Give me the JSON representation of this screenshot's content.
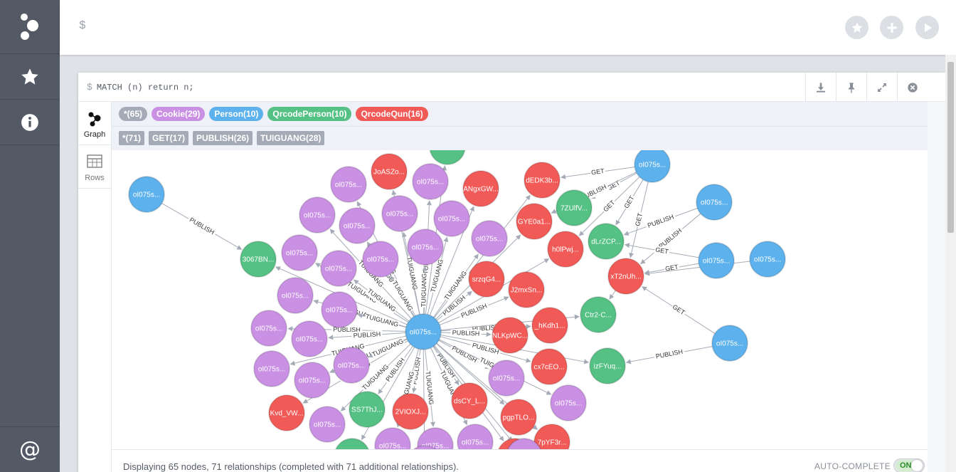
{
  "editor": {
    "prompt": "$"
  },
  "frame": {
    "query_prompt": "$",
    "query": "MATCH (n) return n;",
    "views": [
      {
        "label": "Graph"
      },
      {
        "label": "Rows"
      }
    ]
  },
  "legend": {
    "node_labels": [
      {
        "label": "*(65)",
        "color": "#a5abb6"
      },
      {
        "label": "Cookie(29)",
        "color": "#c990e3"
      },
      {
        "label": "Person(10)",
        "color": "#5db1ec"
      },
      {
        "label": "QrcodePerson(10)",
        "color": "#55c185"
      },
      {
        "label": "QrcodeQun(16)",
        "color": "#f25a57"
      }
    ],
    "relationship_types": [
      {
        "label": "*(71)"
      },
      {
        "label": "GET(17)"
      },
      {
        "label": "PUBLISH(26)"
      },
      {
        "label": "TUIGUANG(28)"
      }
    ]
  },
  "graph": {
    "colors": {
      "Cookie": "#c990e3",
      "Person": "#5db1ec",
      "QrcodePerson": "#55c185",
      "QrcodeQun": "#f25a57"
    },
    "nodes": [
      {
        "id": "hub",
        "type": "Person",
        "label": "oI075s..."
      },
      {
        "id": "p1",
        "type": "Person",
        "label": "oI075s..."
      },
      {
        "id": "p2",
        "type": "Person",
        "label": "oI075s..."
      },
      {
        "id": "p3",
        "type": "Person",
        "label": "oI075s..."
      },
      {
        "id": "p4",
        "type": "Person",
        "label": "oI075s..."
      },
      {
        "id": "p5",
        "type": "Person",
        "label": "oI075s..."
      },
      {
        "id": "p6",
        "type": "Person",
        "label": "oI075s..."
      },
      {
        "id": "g1",
        "type": "QrcodePerson",
        "label": "3067BN..."
      },
      {
        "id": "g2",
        "type": "QrcodePerson",
        "label": "7ZUlfV..."
      },
      {
        "id": "g3",
        "type": "QrcodePerson",
        "label": "dLrZCP..."
      },
      {
        "id": "g4",
        "type": "QrcodePerson",
        "label": "Ctr2-C..."
      },
      {
        "id": "g5",
        "type": "QrcodePerson",
        "label": "izFYuq..."
      },
      {
        "id": "g6",
        "type": "QrcodePerson",
        "label": "SS7ThJ..."
      },
      {
        "id": "g7",
        "type": "QrcodePerson",
        "label": ""
      },
      {
        "id": "g8",
        "type": "QrcodePerson",
        "label": ""
      },
      {
        "id": "r1",
        "type": "QrcodeQun",
        "label": "JoASZo..."
      },
      {
        "id": "r2",
        "type": "QrcodeQun",
        "label": "ANgxGW..."
      },
      {
        "id": "r3",
        "type": "QrcodeQun",
        "label": "dEDK3b..."
      },
      {
        "id": "r4",
        "type": "QrcodeQun",
        "label": "GYE0a1..."
      },
      {
        "id": "r5",
        "type": "QrcodeQun",
        "label": "h0lPwj..."
      },
      {
        "id": "r6",
        "type": "QrcodeQun",
        "label": "xT2nUh..."
      },
      {
        "id": "r7",
        "type": "QrcodeQun",
        "label": "srzqG4..."
      },
      {
        "id": "r8",
        "type": "QrcodeQun",
        "label": "J2mxSn..."
      },
      {
        "id": "r9",
        "type": "QrcodeQun",
        "label": "_hKdh1..."
      },
      {
        "id": "r10",
        "type": "QrcodeQun",
        "label": "NLKpWC..."
      },
      {
        "id": "r11",
        "type": "QrcodeQun",
        "label": "cx7cEO..."
      },
      {
        "id": "r12",
        "type": "QrcodeQun",
        "label": "Kvd_VW..."
      },
      {
        "id": "r13",
        "type": "QrcodeQun",
        "label": "2VIOXJ..."
      },
      {
        "id": "r14",
        "type": "QrcodeQun",
        "label": "dsCY_L..."
      },
      {
        "id": "r15",
        "type": "QrcodeQun",
        "label": "pgpTLO..."
      },
      {
        "id": "r16",
        "type": "QrcodeQun",
        "label": "7pYF3r..."
      },
      {
        "id": "r17",
        "type": "QrcodeQun",
        "label": ""
      },
      {
        "id": "c1",
        "type": "Cookie",
        "label": "oI075s..."
      },
      {
        "id": "c2",
        "type": "Cookie",
        "label": "oI075s..."
      },
      {
        "id": "c3",
        "type": "Cookie",
        "label": "oI075s..."
      },
      {
        "id": "c4",
        "type": "Cookie",
        "label": "oI075s..."
      },
      {
        "id": "c5",
        "type": "Cookie",
        "label": "oI075s..."
      },
      {
        "id": "c6",
        "type": "Cookie",
        "label": "oI075s..."
      },
      {
        "id": "c7",
        "type": "Cookie",
        "label": "oI075s..."
      },
      {
        "id": "c8",
        "type": "Cookie",
        "label": "oI075s..."
      },
      {
        "id": "c9",
        "type": "Cookie",
        "label": "oI075s..."
      },
      {
        "id": "c10",
        "type": "Cookie",
        "label": "oI075s..."
      },
      {
        "id": "c11",
        "type": "Cookie",
        "label": "oI075s..."
      },
      {
        "id": "c12",
        "type": "Cookie",
        "label": "oI075s..."
      },
      {
        "id": "c13",
        "type": "Cookie",
        "label": "oI075s..."
      },
      {
        "id": "c14",
        "type": "Cookie",
        "label": "oI075s..."
      },
      {
        "id": "c15",
        "type": "Cookie",
        "label": "oI075s..."
      },
      {
        "id": "c16",
        "type": "Cookie",
        "label": "oI075s..."
      },
      {
        "id": "c17",
        "type": "Cookie",
        "label": "oI075s..."
      },
      {
        "id": "c18",
        "type": "Cookie",
        "label": "oI075s..."
      },
      {
        "id": "c19",
        "type": "Cookie",
        "label": "oI075s..."
      },
      {
        "id": "c20",
        "type": "Cookie",
        "label": "oI075s..."
      },
      {
        "id": "c21",
        "type": "Cookie",
        "label": "oI075s..."
      },
      {
        "id": "c22",
        "type": "Cookie",
        "label": "oI075s..."
      },
      {
        "id": "c23",
        "type": "Cookie",
        "label": "oI075s..."
      },
      {
        "id": "c24",
        "type": "Cookie",
        "label": "oI075s..."
      },
      {
        "id": "c25",
        "type": "Cookie",
        "label": ""
      },
      {
        "id": "c26",
        "type": "Cookie",
        "label": ""
      }
    ],
    "edges": [
      {
        "from": "p1",
        "to": "g1",
        "type": "PUBLISH"
      },
      {
        "from": "p2",
        "to": "r3",
        "type": "GET"
      },
      {
        "from": "p2",
        "to": "g2",
        "type": "GET"
      },
      {
        "from": "p2",
        "to": "r4",
        "type": "PUBLISH"
      },
      {
        "from": "p2",
        "to": "r5",
        "type": "GET"
      },
      {
        "from": "p2",
        "to": "g3",
        "type": "GET"
      },
      {
        "from": "p2",
        "to": "r6",
        "type": "GET"
      },
      {
        "from": "p3",
        "to": "g3",
        "type": "PUBLISH"
      },
      {
        "from": "p3",
        "to": "r6",
        "type": "PUBLISH"
      },
      {
        "from": "p4",
        "to": "g3",
        "type": "GET"
      },
      {
        "from": "p4",
        "to": "r6",
        "type": "GET"
      },
      {
        "from": "p5",
        "to": "r6",
        "type": ""
      },
      {
        "from": "p6",
        "to": "r6",
        "type": "GET"
      },
      {
        "from": "p6",
        "to": "g5",
        "type": "PUBLISH"
      },
      {
        "from": "r6",
        "to": "g4",
        "type": ""
      },
      {
        "from": "hub",
        "to": "g1",
        "type": ""
      },
      {
        "from": "hub",
        "to": "r7",
        "type": "PUBLISH"
      },
      {
        "from": "hub",
        "to": "r8",
        "type": "PUBLISH"
      },
      {
        "from": "hub",
        "to": "r9",
        "type": "PUBLISH"
      },
      {
        "from": "hub",
        "to": "r10",
        "type": "PUBLISH"
      },
      {
        "from": "hub",
        "to": "r11",
        "type": "PUBLISH"
      },
      {
        "from": "hub",
        "to": "r14",
        "type": "PUBLISH"
      },
      {
        "from": "hub",
        "to": "r13",
        "type": "PUBLISH"
      },
      {
        "from": "hub",
        "to": "r12",
        "type": "TUIGUANG"
      },
      {
        "from": "hub",
        "to": "g6",
        "type": "PUBLISH"
      },
      {
        "from": "hub",
        "to": "g4",
        "type": ""
      },
      {
        "from": "hub",
        "to": "g5",
        "type": ""
      },
      {
        "from": "hub",
        "to": "r4",
        "type": ""
      },
      {
        "from": "hub",
        "to": "r5",
        "type": ""
      },
      {
        "from": "hub",
        "to": "r3",
        "type": ""
      },
      {
        "from": "hub",
        "to": "r2",
        "type": ""
      },
      {
        "from": "hub",
        "to": "c1",
        "type": "TUIGUANG"
      },
      {
        "from": "hub",
        "to": "c2",
        "type": "TUIGUANG"
      },
      {
        "from": "hub",
        "to": "c3",
        "type": "TUIGUANG"
      },
      {
        "from": "hub",
        "to": "c4",
        "type": "TUIGUANG"
      },
      {
        "from": "hub",
        "to": "c5",
        "type": "TUIGUANG"
      },
      {
        "from": "hub",
        "to": "c6",
        "type": "TUIGUANG"
      },
      {
        "from": "hub",
        "to": "c7",
        "type": "TUIGUANG"
      },
      {
        "from": "hub",
        "to": "c8",
        "type": "TUIGUANG"
      },
      {
        "from": "hub",
        "to": "c9",
        "type": "TUIGUANG"
      },
      {
        "from": "hub",
        "to": "c10",
        "type": "TUIGUANG"
      },
      {
        "from": "hub",
        "to": "c11",
        "type": "TUIGUANG"
      },
      {
        "from": "hub",
        "to": "c12",
        "type": "TUIGUANG"
      },
      {
        "from": "hub",
        "to": "c13",
        "type": "TUIGUANG"
      },
      {
        "from": "hub",
        "to": "c14",
        "type": "PUBLISH"
      },
      {
        "from": "hub",
        "to": "c15",
        "type": "PUBLISH"
      },
      {
        "from": "hub",
        "to": "c16",
        "type": "TUIGUANG"
      },
      {
        "from": "hub",
        "to": "c17",
        "type": "TUIGUANG"
      },
      {
        "from": "hub",
        "to": "c18",
        "type": "TUIGUANG"
      },
      {
        "from": "hub",
        "to": "c19",
        "type": "TUIGUANG"
      },
      {
        "from": "hub",
        "to": "c20",
        "type": "TUIGUANG"
      },
      {
        "from": "hub",
        "to": "c21",
        "type": "TUIGUANG"
      },
      {
        "from": "hub",
        "to": "c22",
        "type": "TUIGUANG"
      },
      {
        "from": "hub",
        "to": "c23",
        "type": "PUBLISH"
      },
      {
        "from": "hub",
        "to": "c24",
        "type": "TUIGUANG"
      },
      {
        "from": "hub",
        "to": "r15",
        "type": ""
      },
      {
        "from": "hub",
        "to": "r16",
        "type": ""
      },
      {
        "from": "hub",
        "to": "r1",
        "type": ""
      },
      {
        "from": "hub",
        "to": "c25",
        "type": ""
      },
      {
        "from": "hub",
        "to": "c26",
        "type": ""
      },
      {
        "from": "hub",
        "to": "r17",
        "type": ""
      },
      {
        "from": "hub",
        "to": "g7",
        "type": ""
      },
      {
        "from": "hub",
        "to": "g8",
        "type": ""
      }
    ]
  },
  "status": {
    "text": "Displaying 65 nodes, 71 relationships (completed with 71 additional relationships).",
    "autocomplete_label": "AUTO-COMPLETE",
    "autocomplete_state": "ON"
  }
}
